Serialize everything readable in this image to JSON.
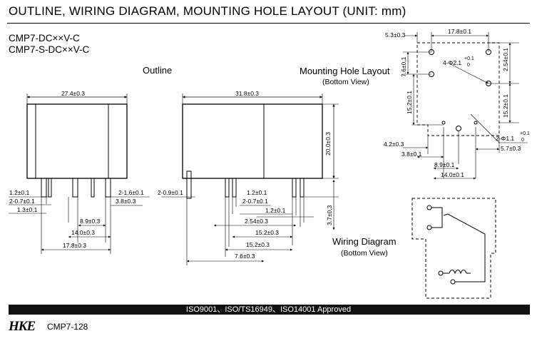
{
  "header": {
    "title": "OUTLINE, WIRING DIAGRAM, MOUNTING HOLE LAYOUT (UNIT: mm)"
  },
  "models": [
    "CMP7-DC××V-C",
    "CMP7-S-DC××V-C"
  ],
  "labels": {
    "outline": "Outline",
    "mounting": "Mounting Hole Layout",
    "mounting_sub": "(Bottom View)",
    "wiring": "Wiring Diagram",
    "wiring_sub": "(Bottom View)"
  },
  "dimensions": {
    "front": {
      "width": "27.4±0.3",
      "d1": "1.2±0.1",
      "d2": "2-0.7±0.1",
      "d3": "1.3±0.1",
      "d4": "2-1.6±0.1",
      "d5": "3.8±0.3",
      "d6": "8.9±0.3",
      "d7": "14.0±0.3",
      "d8": "17.8±0.3"
    },
    "side": {
      "width": "31.8±0.3",
      "height": "20.0±0.3",
      "pin_len": "3.7±0.3",
      "d1": "2-0.9±0.1",
      "d2": "1.2±0.1",
      "d3": "2-0.7±0.1",
      "d4": "1.2±0.1",
      "d5": "2.54±0.3",
      "d6": "15.2±0.3",
      "d7": "15.2±0.3",
      "d8": "7.6±0.3"
    },
    "holes": {
      "top_left": "5.3±0.3",
      "top_width": "17.8±0.1",
      "v1": "7.6±0.1",
      "hole_big": "4-Φ2.1",
      "hole_big_tol": "+0.1",
      "hole_big_tol2": "0",
      "right_v": "2.54±0.1",
      "left_v": "15.2±0.1",
      "right_v2": "15.2±0.1",
      "hole_small": "2-Φ1.1",
      "hole_small_tol": "+0.1",
      "hole_small_tol2": "0",
      "d1": "4.2±0.3",
      "d2": "5.7±0.3",
      "d3": "3.8±0.1",
      "d4": "8.9±0.1",
      "d5": "14.0±0.1"
    }
  },
  "footer": {
    "approval": "ISO9001、ISO/TS16949、ISO14001 Approved",
    "brand": "HKE",
    "doc_code": "CMP7-128"
  }
}
